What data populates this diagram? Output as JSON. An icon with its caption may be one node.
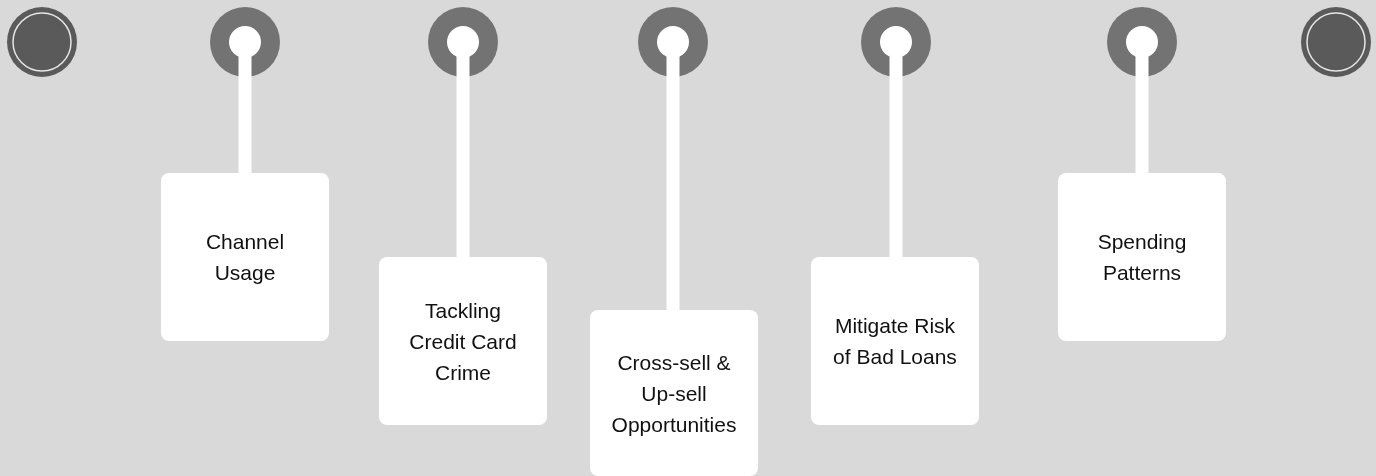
{
  "diagram": {
    "nodes": [
      {
        "text": [],
        "shape": "circle"
      },
      {
        "text": [],
        "shape": "circle"
      },
      {
        "text": [],
        "shape": "circle"
      },
      {
        "text": [],
        "shape": "circle"
      },
      {
        "text": [],
        "shape": "circle"
      },
      {
        "text": [],
        "shape": "circle"
      },
      {
        "text": [],
        "shape": "circle"
      },
      {
        "text": [
          "Channel Usage"
        ]
      },
      {
        "text": [
          "Tackling Credit Card Crime"
        ]
      },
      {
        "text": [
          "Cross-sell & Up-sell Opportunities"
        ]
      },
      {
        "text": [
          "Mitigate Risk of Bad Loans"
        ]
      },
      {
        "text": [
          "Spending Patterns"
        ]
      }
    ],
    "edges": [
      {
        "from": 1,
        "to": 7,
        "arrow": "none"
      },
      {
        "from": 2,
        "to": 8,
        "arrow": "none"
      },
      {
        "from": 3,
        "to": 9,
        "arrow": "none"
      },
      {
        "from": 4,
        "to": 10,
        "arrow": "none"
      },
      {
        "from": 5,
        "to": 11,
        "arrow": "none"
      }
    ]
  }
}
